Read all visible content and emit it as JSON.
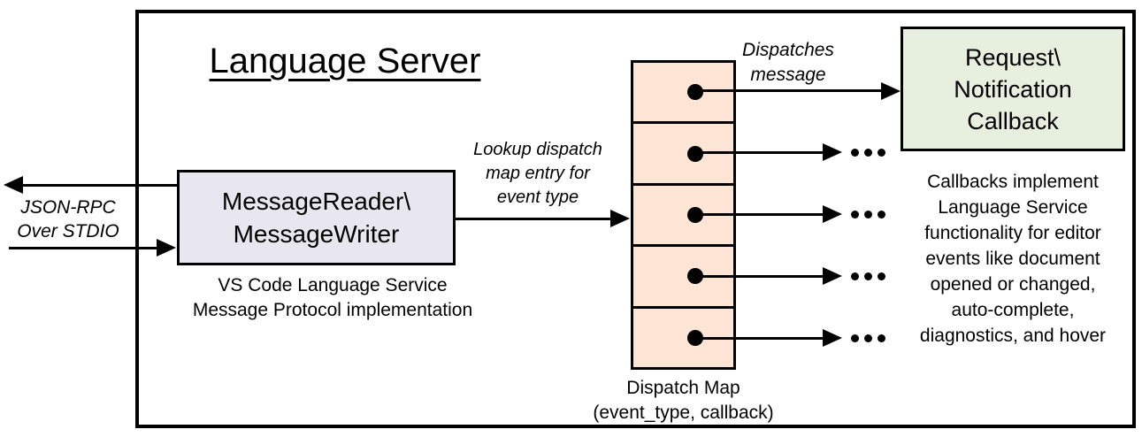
{
  "title": "Language Server",
  "io_label": {
    "line1": "JSON-RPC",
    "line2": "Over STDIO"
  },
  "reader_box": {
    "line1": "MessageReader\\",
    "line2": "MessageWriter"
  },
  "reader_caption": {
    "line1": "VS Code Language Service",
    "line2": "Message Protocol implementation"
  },
  "lookup_label": {
    "line1": "Lookup dispatch",
    "line2": "map entry for",
    "line3": "event type"
  },
  "dispatches_label": {
    "line1": "Dispatches",
    "line2": "message"
  },
  "callback_box": {
    "line1": "Request\\",
    "line2": "Notification",
    "line3": "Callback"
  },
  "dispatch_map": {
    "cell_count": 5,
    "label_line1": "Dispatch Map",
    "label_line2": "(event_type, callback)"
  },
  "callbacks_note": {
    "lines": [
      "Callbacks implement",
      "Language Service",
      "functionality for editor",
      "events like document",
      "opened or changed,",
      "auto-complete,",
      "diagnostics, and hover"
    ]
  },
  "colors": {
    "dispatch_cell_fill": "#fce5d5",
    "reader_box_fill": "#e8e7ef",
    "callback_box_fill": "#e7f0de",
    "line_color": "#000000",
    "background": "#ffffff"
  }
}
